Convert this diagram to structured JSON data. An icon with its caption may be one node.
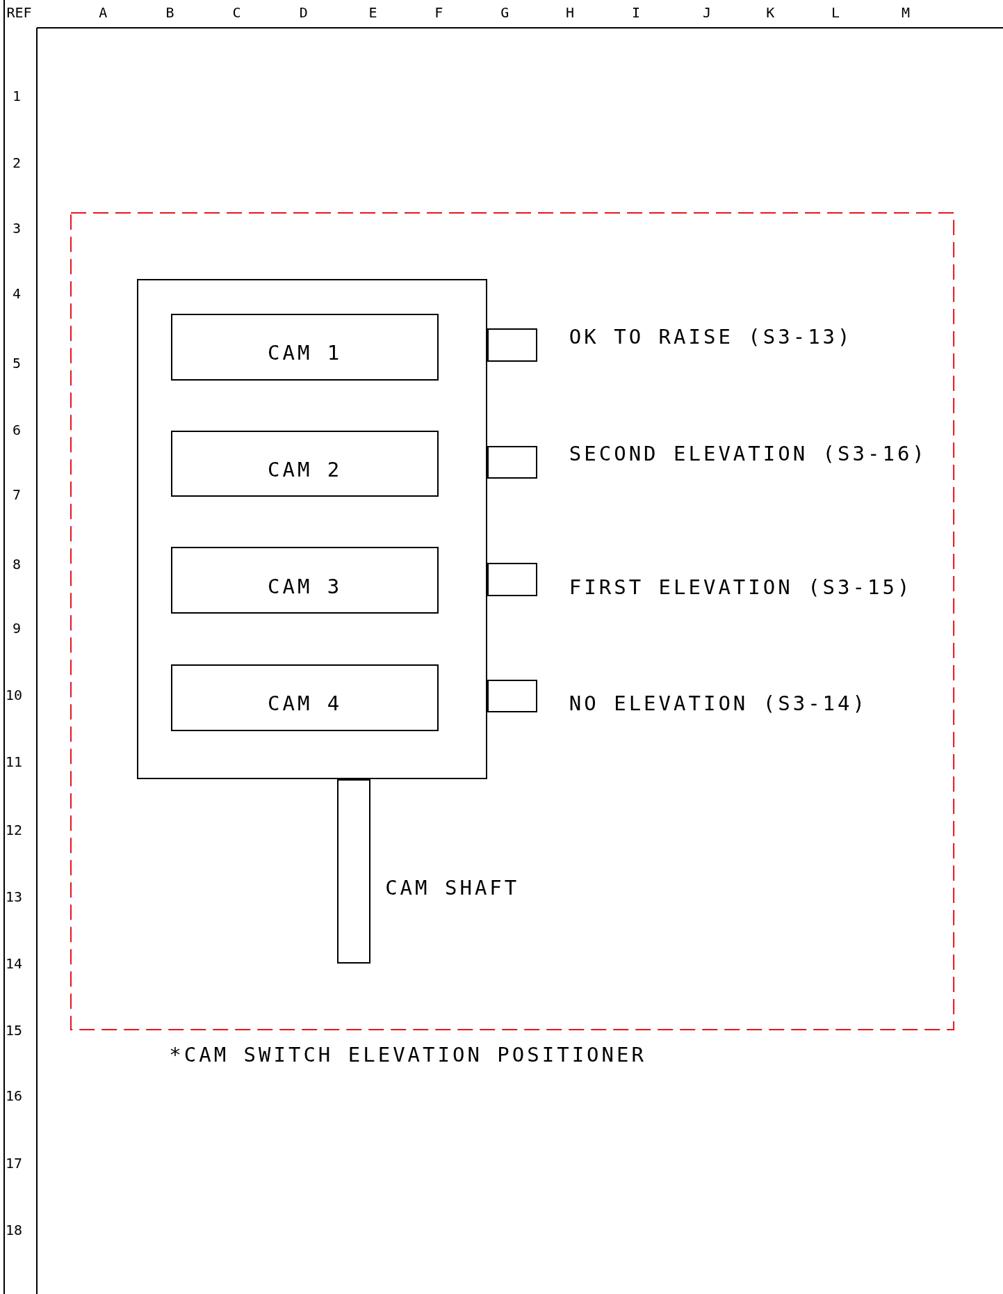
{
  "diagram": {
    "nodes": [
      {
        "text": [
          "*CAM SWITCH ELEVATION POSITIONER"
        ]
      },
      {
        "text": [],
        "shape": "box",
        "in": 0
      },
      {
        "text": [
          "CAM 1"
        ],
        "in": 1
      },
      {
        "text": [
          "CAM 2"
        ],
        "in": 1
      },
      {
        "text": [
          "CAM 3"
        ],
        "in": 1
      },
      {
        "text": [
          "CAM 4"
        ],
        "in": 1
      },
      {
        "text": [],
        "shape": "box",
        "in": 0,
        "beside": [
          "OK TO RAISE (S3-13)"
        ]
      },
      {
        "text": [],
        "shape": "box",
        "in": 0,
        "beside": [
          "SECOND ELEVATION (S3-16)"
        ]
      },
      {
        "text": [],
        "shape": "box",
        "in": 0,
        "beside": [
          "FIRST ELEVATION (S3-15)"
        ]
      },
      {
        "text": [],
        "shape": "box",
        "in": 0,
        "beside": [
          "NO ELEVATION (S3-14)"
        ]
      },
      {
        "text": [],
        "shape": "box",
        "in": 0,
        "beside": [
          "CAM SHAFT"
        ]
      }
    ],
    "edges": [],
    "labels": [
      "REF",
      "A",
      "B",
      "C",
      "D",
      "E",
      "F",
      "G",
      "H",
      "I",
      "J",
      "K",
      "L",
      "M",
      "1",
      "2",
      "3",
      "4",
      "5",
      "6",
      "7",
      "8",
      "9",
      "10",
      "11",
      "12",
      "13",
      "14",
      "15",
      "16",
      "17",
      "18"
    ]
  }
}
